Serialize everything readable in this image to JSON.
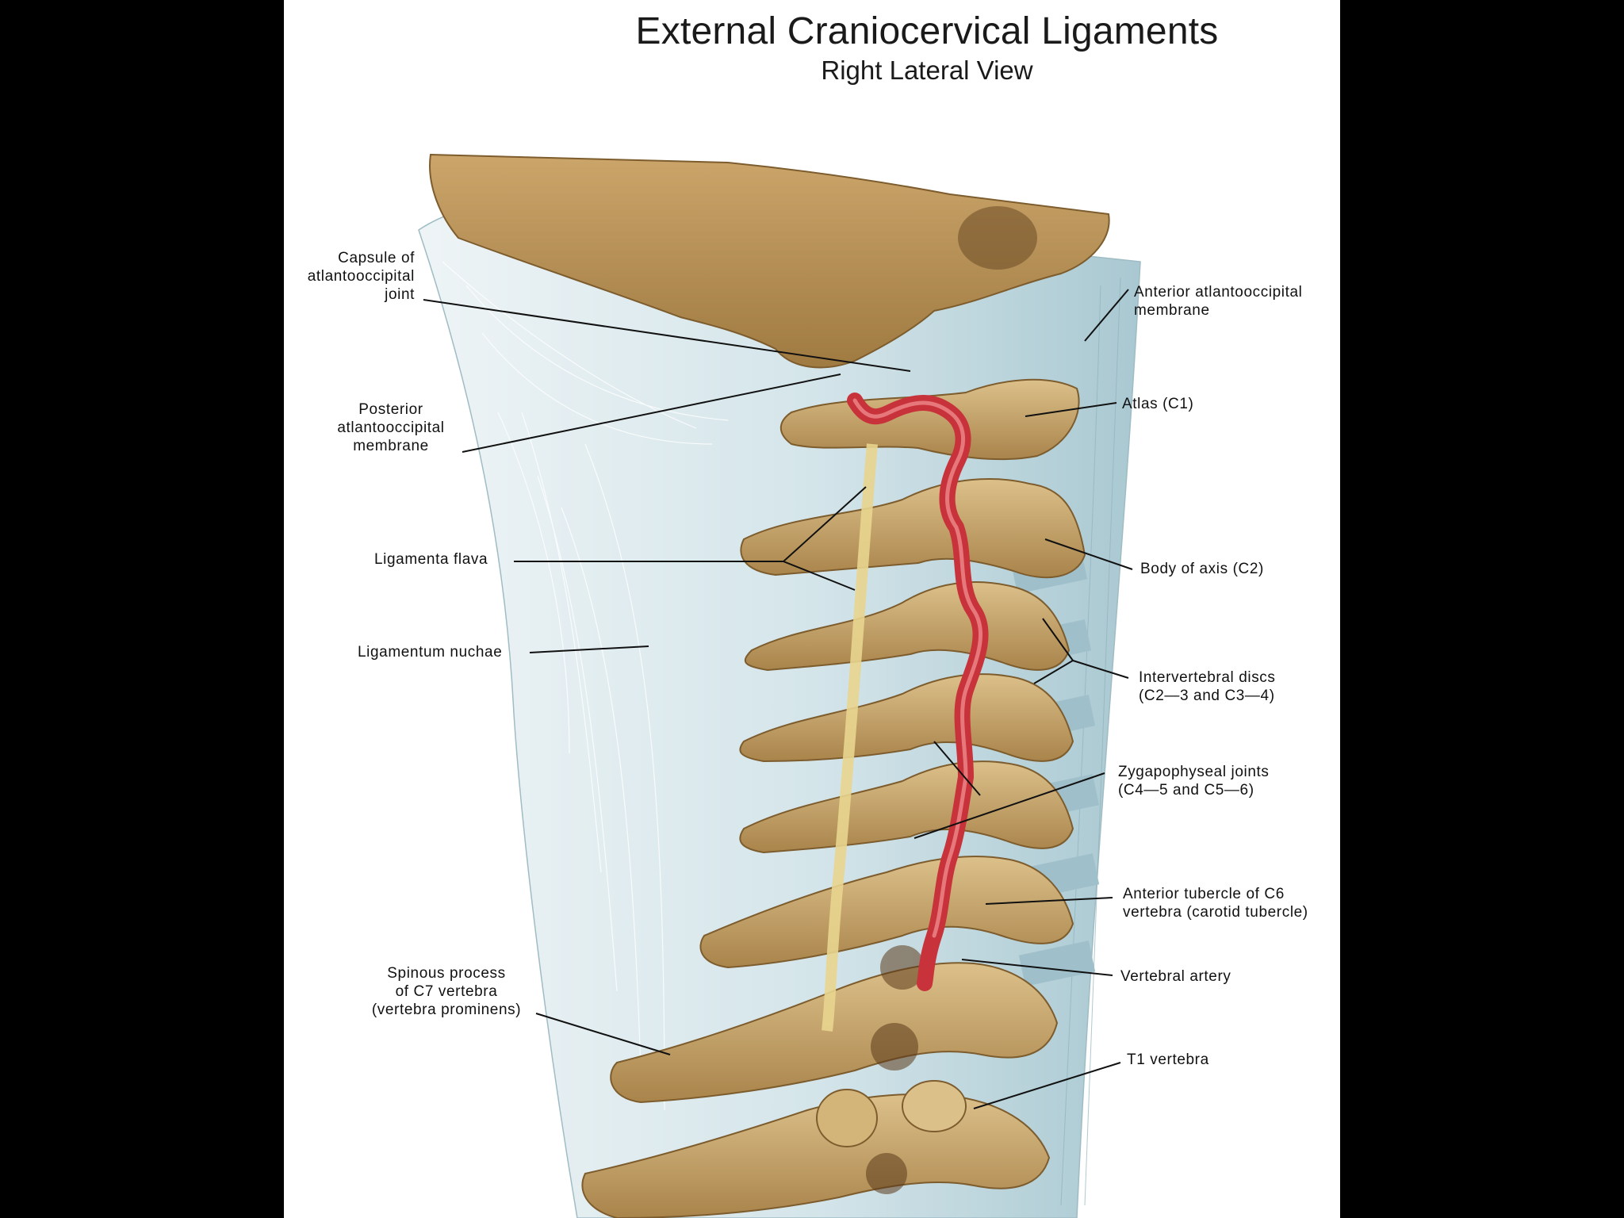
{
  "title": "External Craniocervical Ligaments",
  "subtitle": "Right Lateral View",
  "colors": {
    "background": "#000000",
    "plate": "#ffffff",
    "ligament": "#c9dde3",
    "bone": "#c8a46a",
    "artery": "#c8323a",
    "leader": "#111111"
  },
  "labels": {
    "capsule": "Capsule of\natlantooccipital\njoint",
    "posterior_membrane": "Posterior\natlantooccipital\nmembrane",
    "ligamenta_flava": "Ligamenta flava",
    "ligamentum_nuchae": "Ligamentum nuchae",
    "spinous_c7": "Spinous process\nof C7 vertebra\n(vertebra prominens)",
    "anterior_membrane": "Anterior atlantooccipital\nmembrane",
    "atlas": "Atlas (C1)",
    "axis_body": "Body of axis (C2)",
    "intervertebral_discs": "Intervertebral discs\n(C2—3 and C3—4)",
    "zygapophyseal_joints": "Zygapophyseal joints\n(C4—5 and C5—6)",
    "anterior_tubercle": "Anterior tubercle of C6\nvertebra (carotid tubercle)",
    "vertebral_artery": "Vertebral artery",
    "t1": "T1 vertebra"
  }
}
